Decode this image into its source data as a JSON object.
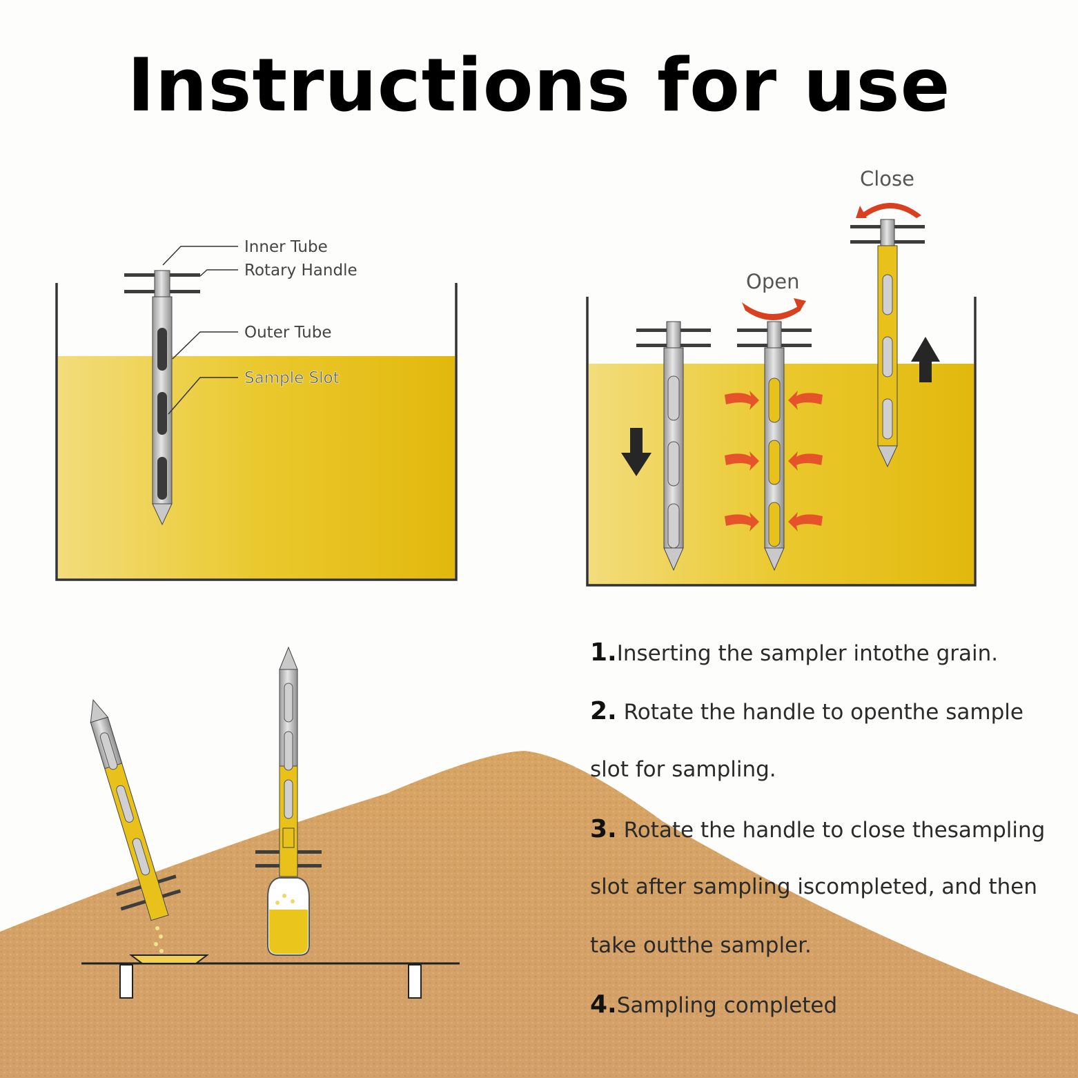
{
  "title": "Instructions for use",
  "labels": {
    "inner_tube": "Inner Tube",
    "rotary_handle": "Rotary Handle",
    "outer_tube": "Outer Tube",
    "sample_slot": "Sample Slot",
    "open": "Open",
    "close": "Close"
  },
  "steps": [
    {
      "num": "1.",
      "lines": [
        "Inserting the sampler intothe grain."
      ]
    },
    {
      "num": "2.",
      "lines": [
        " Rotate the handle to openthe sample",
        "slot for sampling."
      ]
    },
    {
      "num": "3.",
      "lines": [
        " Rotate the handle to close thesampling",
        "slot after sampling iscompleted, and then",
        "take outthe sampler."
      ]
    },
    {
      "num": "4.",
      "lines": [
        "Sampling completed"
      ]
    }
  ],
  "colors": {
    "grain_yellow": "#e8c21a",
    "grain_pile": "#d9a865",
    "arrow_red": "#d9401f",
    "tube_gray": "#bdbdbd"
  }
}
